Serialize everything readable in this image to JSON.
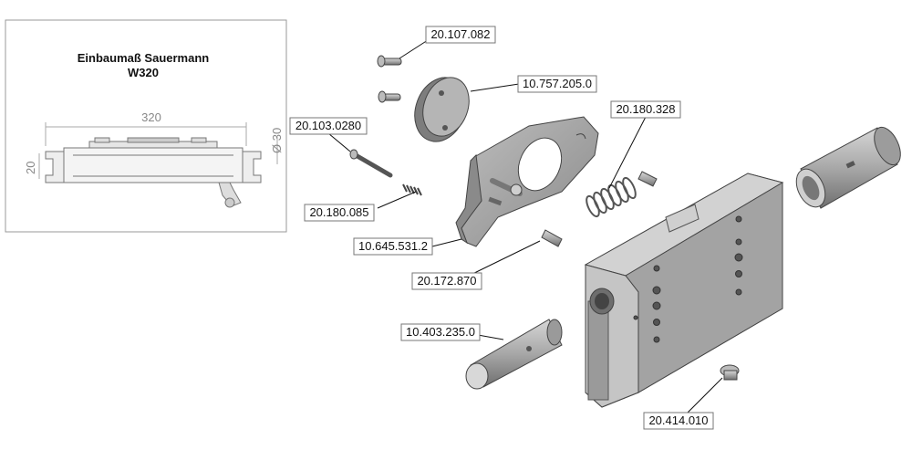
{
  "inset": {
    "title_line1": "Einbaumaß Sauermann",
    "title_line2": "W320",
    "dim_width": "320",
    "dim_height": "20",
    "dim_diameter": "Ø 30"
  },
  "labels": [
    {
      "id": "screw-top",
      "text": "20.107.082"
    },
    {
      "id": "cover-disc",
      "text": "10.757.205.0"
    },
    {
      "id": "long-screw",
      "text": "20.103.0280"
    },
    {
      "id": "small-spring",
      "text": "20.180.085"
    },
    {
      "id": "hook-plate",
      "text": "10.645.531.2"
    },
    {
      "id": "pin-small",
      "text": "20.172.870"
    },
    {
      "id": "large-spring",
      "text": "20.180.328"
    },
    {
      "id": "bolt-long",
      "text": "10.403.235.0"
    },
    {
      "id": "plug",
      "text": "20.414.010"
    }
  ]
}
